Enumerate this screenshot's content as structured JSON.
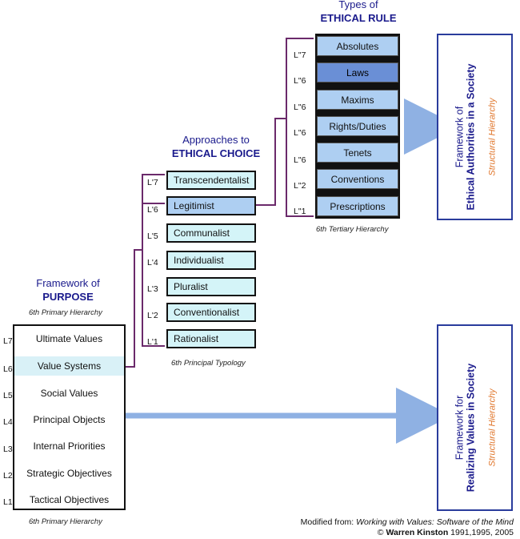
{
  "rule": {
    "title_line1": "Types of",
    "title_line2": "ETHICAL RULE",
    "items": [
      {
        "label": "Absolutes",
        "level": "L\"7"
      },
      {
        "label": "Laws",
        "level": "L\"6"
      },
      {
        "label": "Maxims",
        "level": "L\"6"
      },
      {
        "label": "Rights/Duties",
        "level": "L\"6"
      },
      {
        "label": "Tenets",
        "level": "L\"6"
      },
      {
        "label": "Conventions",
        "level": "L\"2"
      },
      {
        "label": "Prescriptions",
        "level": "L\"1"
      }
    ],
    "caption": "6th Tertiary Hierarchy"
  },
  "choice": {
    "title_line1": "Approaches to",
    "title_line2": "ETHICAL CHOICE",
    "items": [
      {
        "label": "Transcendentalist",
        "level": "L'7"
      },
      {
        "label": "Legitimist",
        "level": "L'6"
      },
      {
        "label": "Communalist",
        "level": "L'5"
      },
      {
        "label": "Individualist",
        "level": "L'4"
      },
      {
        "label": "Pluralist",
        "level": "L'3"
      },
      {
        "label": "Conventionalist",
        "level": "L'2"
      },
      {
        "label": "Rationalist",
        "level": "L'1"
      }
    ],
    "caption": "6th Principal Typology"
  },
  "purpose": {
    "title_line1": "Framework of",
    "title_line2": "PURPOSE",
    "caption_top": "6th Primary Hierarchy",
    "items": [
      {
        "label": "Ultimate Values",
        "level": "L7"
      },
      {
        "label": "Value Systems",
        "level": "L6"
      },
      {
        "label": "Social Values",
        "level": "L5"
      },
      {
        "label": "Principal Objects",
        "level": "L4"
      },
      {
        "label": "Internal Priorities",
        "level": "L3"
      },
      {
        "label": "Strategic Objectives",
        "level": "L2"
      },
      {
        "label": "Tactical Objectives",
        "level": "L1"
      }
    ],
    "caption_bottom": "6th Primary Hierarchy"
  },
  "framework_top": {
    "line1": "Framework of",
    "line2": "Ethical Authorities in a Society",
    "line3": "Structural Hierarchy"
  },
  "framework_bottom": {
    "line1": "Framework for",
    "line2": "Realizing Values in Society",
    "line3": "Structural Hierarchy"
  },
  "credit": {
    "prefix": "Modified from: ",
    "work": "Working with Values: Software of the Mind",
    "copyright": "©",
    "author": "Warren Kinston",
    "years": "1991,1995, 2005"
  },
  "colors": {
    "navy": "#1a1a8c",
    "orange": "#e0752a",
    "connector": "#6b2a6b",
    "arrow": "#8fb1e3",
    "light_cyan": "#d4f4f8",
    "light_blue": "#aecff2",
    "selected_blue": "#6a8fd6"
  }
}
